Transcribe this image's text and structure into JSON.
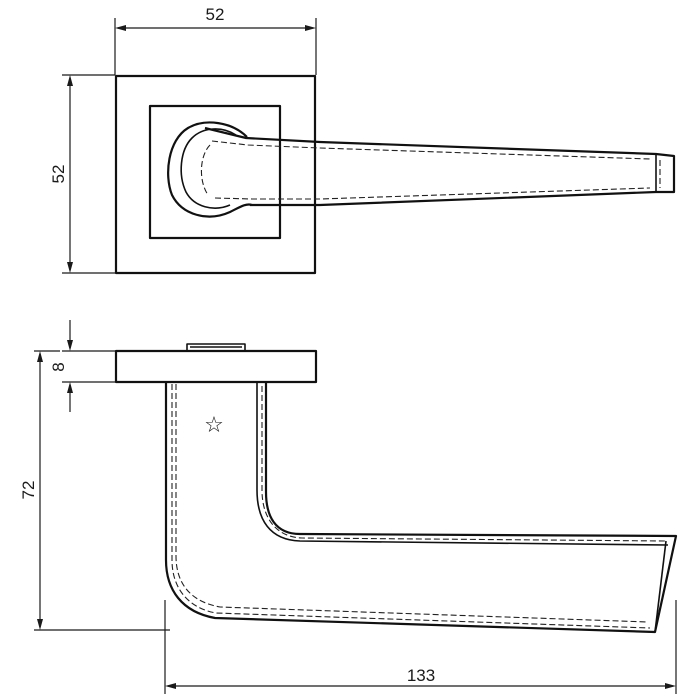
{
  "dimensions": {
    "rose_width": "52",
    "rose_height": "52",
    "rose_thickness": "8",
    "handle_height": "72",
    "handle_length": "133"
  },
  "symbols": {
    "star": "☆"
  },
  "colors": {
    "line": "#111111",
    "background": "#ffffff"
  }
}
